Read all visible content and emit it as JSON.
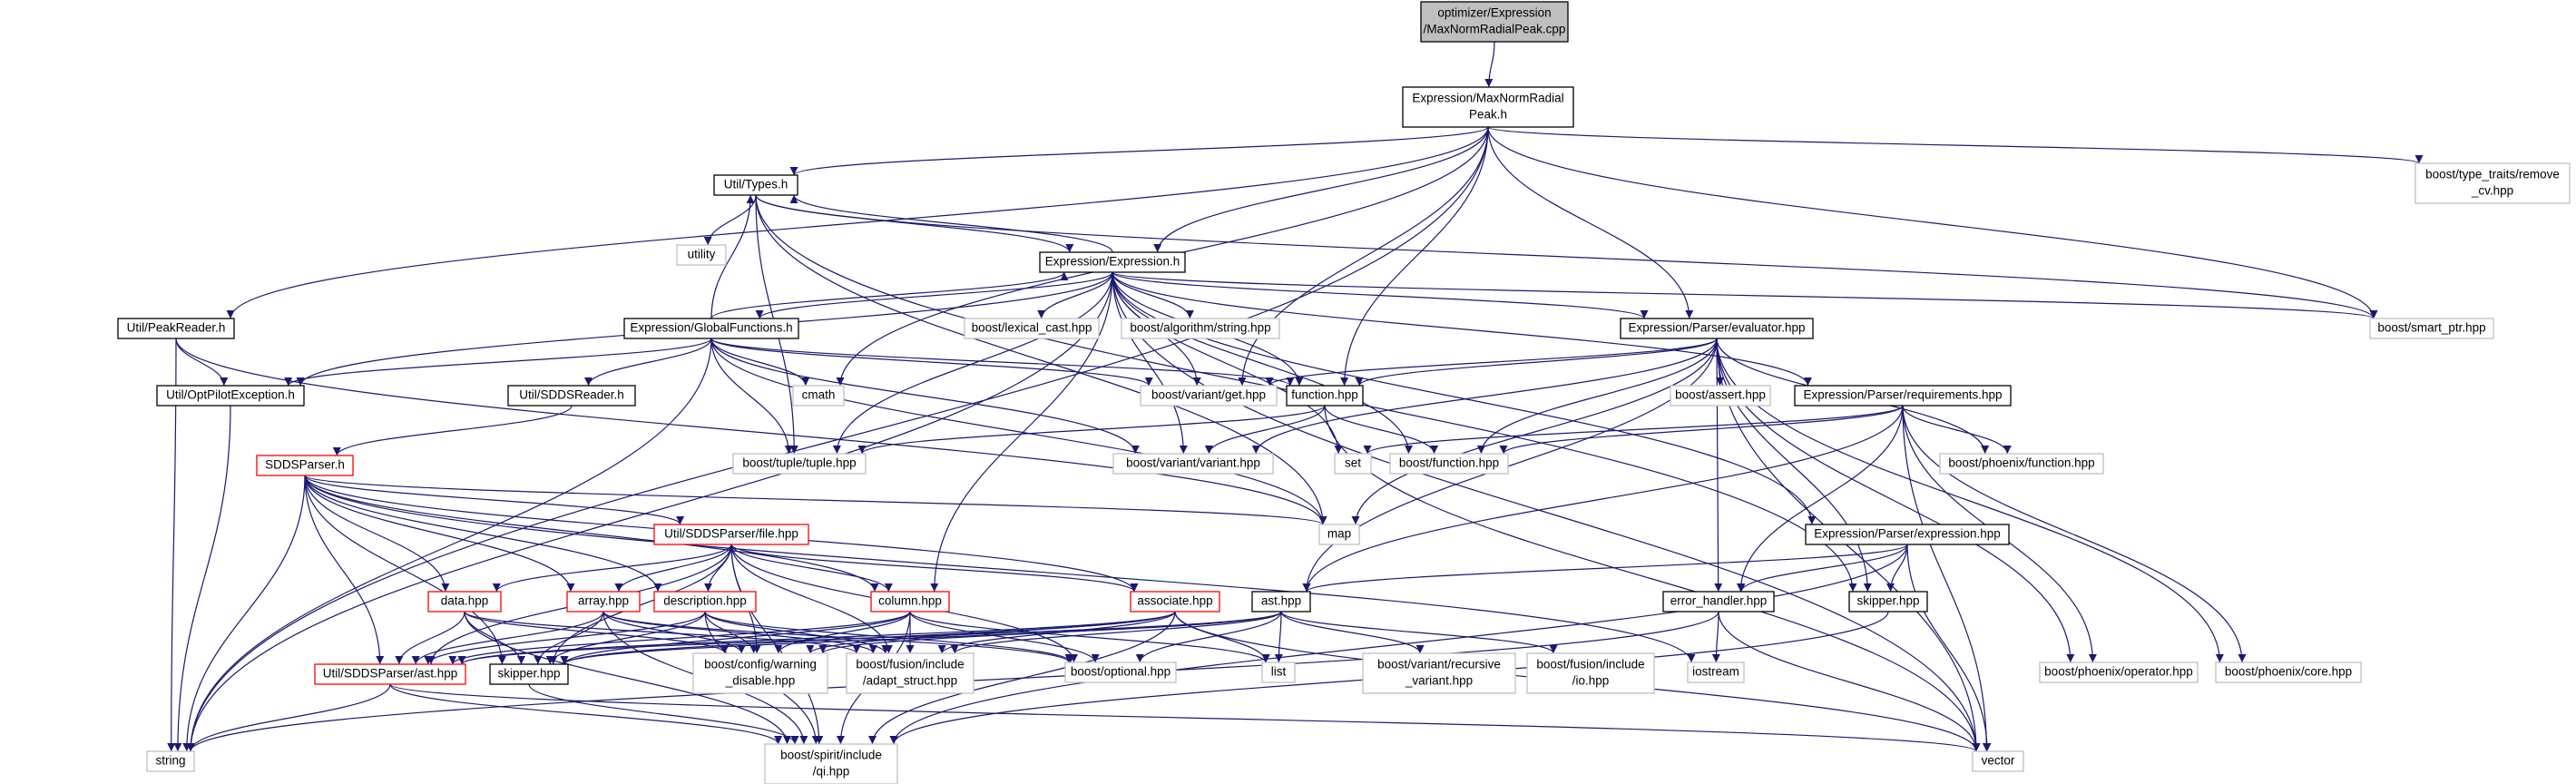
{
  "colors": {
    "edge": "#191970",
    "node_default_border": "#000000",
    "node_truncated_border": "#ff0000",
    "node_external_border": "#bfbfbf",
    "root_fill": "#bfbfbf",
    "node_fill": "#ffffff",
    "external_text": "#000000"
  },
  "nodes": {
    "root": {
      "lines": [
        "optimizer/Expression",
        "/MaxNormRadialPeak.cpp"
      ],
      "kind": "root"
    },
    "maxnorm": {
      "lines": [
        "Expression/MaxNormRadial",
        "Peak.h"
      ],
      "kind": "normal"
    },
    "types": {
      "lines": [
        "Util/Types.h"
      ],
      "kind": "normal"
    },
    "utility": {
      "lines": [
        "utility"
      ],
      "kind": "external"
    },
    "expression": {
      "lines": [
        "Expression/Expression.h"
      ],
      "kind": "normal"
    },
    "globalfun": {
      "lines": [
        "Expression/GlobalFunctions.h"
      ],
      "kind": "normal"
    },
    "lexical": {
      "lines": [
        "boost/lexical_cast.hpp"
      ],
      "kind": "external"
    },
    "algstring": {
      "lines": [
        "boost/algorithm/string.hpp"
      ],
      "kind": "external"
    },
    "evaluator": {
      "lines": [
        "Expression/Parser/evaluator.hpp"
      ],
      "kind": "normal"
    },
    "smartptr": {
      "lines": [
        "boost/smart_ptr.hpp"
      ],
      "kind": "external"
    },
    "removecv": {
      "lines": [
        "boost/type_traits/remove",
        "_cv.hpp"
      ],
      "kind": "external"
    },
    "peakreader": {
      "lines": [
        "Util/PeakReader.h"
      ],
      "kind": "normal"
    },
    "optpilot": {
      "lines": [
        "Util/OptPilotException.h"
      ],
      "kind": "normal"
    },
    "sddsreader": {
      "lines": [
        "Util/SDDSReader.h"
      ],
      "kind": "normal"
    },
    "cmath": {
      "lines": [
        "cmath"
      ],
      "kind": "external"
    },
    "variantget": {
      "lines": [
        "boost/variant/get.hpp"
      ],
      "kind": "external"
    },
    "functionhpp": {
      "lines": [
        "function.hpp"
      ],
      "kind": "normal"
    },
    "assert": {
      "lines": [
        "boost/assert.hpp"
      ],
      "kind": "external"
    },
    "requirements": {
      "lines": [
        "Expression/Parser/requirements.hpp"
      ],
      "kind": "normal"
    },
    "sddsparser": {
      "lines": [
        "SDDSParser.h"
      ],
      "kind": "truncated"
    },
    "tuple": {
      "lines": [
        "boost/tuple/tuple.hpp"
      ],
      "kind": "external"
    },
    "variant": {
      "lines": [
        "boost/variant/variant.hpp"
      ],
      "kind": "external"
    },
    "set": {
      "lines": [
        "set"
      ],
      "kind": "external"
    },
    "boostfunction": {
      "lines": [
        "boost/function.hpp"
      ],
      "kind": "external"
    },
    "phoenixfunction": {
      "lines": [
        "boost/phoenix/function.hpp"
      ],
      "kind": "external"
    },
    "map": {
      "lines": [
        "map"
      ],
      "kind": "external"
    },
    "file": {
      "lines": [
        "Util/SDDSParser/file.hpp"
      ],
      "kind": "truncated"
    },
    "exprparser": {
      "lines": [
        "Expression/Parser/expression.hpp"
      ],
      "kind": "normal"
    },
    "data": {
      "lines": [
        "data.hpp"
      ],
      "kind": "truncated"
    },
    "array": {
      "lines": [
        "array.hpp"
      ],
      "kind": "truncated"
    },
    "description": {
      "lines": [
        "description.hpp"
      ],
      "kind": "truncated"
    },
    "column": {
      "lines": [
        "column.hpp"
      ],
      "kind": "truncated"
    },
    "associate": {
      "lines": [
        "associate.hpp"
      ],
      "kind": "truncated"
    },
    "ast": {
      "lines": [
        "ast.hpp"
      ],
      "kind": "normal"
    },
    "errorhandler": {
      "lines": [
        "error_handler.hpp"
      ],
      "kind": "normal"
    },
    "skipper": {
      "lines": [
        "skipper.hpp"
      ],
      "kind": "normal"
    },
    "utilast": {
      "lines": [
        "Util/SDDSParser/ast.hpp"
      ],
      "kind": "truncated"
    },
    "skipper2": {
      "lines": [
        "skipper.hpp"
      ],
      "kind": "normal"
    },
    "warning": {
      "lines": [
        "boost/config/warning",
        "_disable.hpp"
      ],
      "kind": "external"
    },
    "adapt": {
      "lines": [
        "boost/fusion/include",
        "/adapt_struct.hpp"
      ],
      "kind": "external"
    },
    "optional": {
      "lines": [
        "boost/optional.hpp"
      ],
      "kind": "external"
    },
    "list": {
      "lines": [
        "list"
      ],
      "kind": "external"
    },
    "recvariant": {
      "lines": [
        "boost/variant/recursive",
        "_variant.hpp"
      ],
      "kind": "external"
    },
    "fusionio": {
      "lines": [
        "boost/fusion/include",
        "/io.hpp"
      ],
      "kind": "external"
    },
    "iostream": {
      "lines": [
        "iostream"
      ],
      "kind": "external"
    },
    "phoenixop": {
      "lines": [
        "boost/phoenix/operator.hpp"
      ],
      "kind": "external"
    },
    "phoenixcore": {
      "lines": [
        "boost/phoenix/core.hpp"
      ],
      "kind": "external"
    },
    "string": {
      "lines": [
        "string"
      ],
      "kind": "external"
    },
    "qi": {
      "lines": [
        "boost/spirit/include",
        "/qi.hpp"
      ],
      "kind": "external"
    },
    "vector": {
      "lines": [
        "vector"
      ],
      "kind": "external"
    }
  }
}
